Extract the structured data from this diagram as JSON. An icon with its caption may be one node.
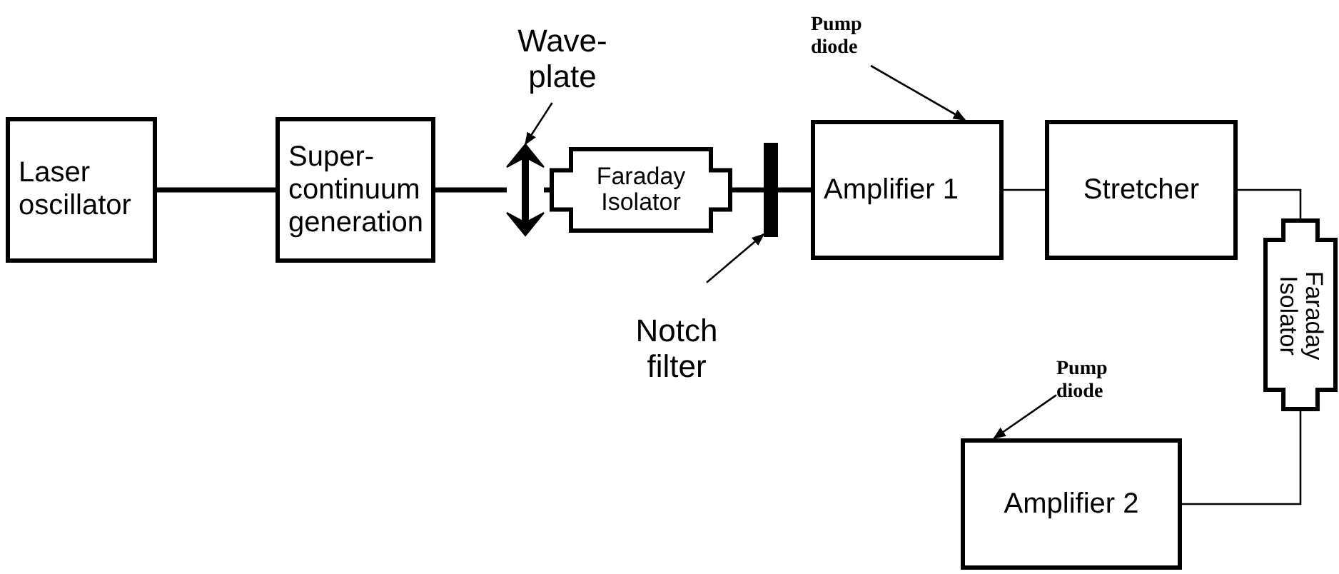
{
  "diagram": {
    "nodes": [
      {
        "text": [
          "Laser oscillator"
        ]
      },
      {
        "text": [
          "Super- continuum generation"
        ]
      },
      {
        "text": [
          "Wave- plate"
        ]
      },
      {
        "text": [],
        "shape": "arrow"
      },
      {
        "text": [
          "Faraday Isolator"
        ]
      },
      {
        "text": [
          "Notch filter"
        ]
      },
      {
        "text": [],
        "shape": "bar"
      },
      {
        "text": [
          "Pump diode"
        ]
      },
      {
        "text": [
          "Amplifier 1"
        ]
      },
      {
        "text": [
          "Stretcher"
        ]
      },
      {
        "text": [
          "Faraday Isolator"
        ]
      },
      {
        "text": [
          "Pump diode"
        ]
      },
      {
        "text": [
          "Amplifier 2"
        ]
      }
    ],
    "edges": [
      {
        "from": 0,
        "to": 1,
        "arrow": "none",
        "style": "thick"
      },
      {
        "from": 1,
        "to": 3,
        "arrow": "none",
        "style": "thick"
      },
      {
        "from": 3,
        "to": 4,
        "arrow": "none",
        "style": "thick"
      },
      {
        "from": 4,
        "to": 6,
        "arrow": "none",
        "style": "thick"
      },
      {
        "from": 6,
        "to": 8,
        "arrow": "none",
        "style": "thick"
      },
      {
        "from": 2,
        "to": 3,
        "arrow": "to"
      },
      {
        "from": 5,
        "to": 6,
        "arrow": "to"
      },
      {
        "from": 7,
        "to": 8,
        "arrow": "to"
      },
      {
        "from": 8,
        "to": 9,
        "arrow": "none"
      },
      {
        "from": 9,
        "to": 10,
        "arrow": "none"
      },
      {
        "from": 10,
        "to": 12,
        "arrow": "none"
      },
      {
        "from": 11,
        "to": 12,
        "arrow": "to"
      }
    ]
  }
}
